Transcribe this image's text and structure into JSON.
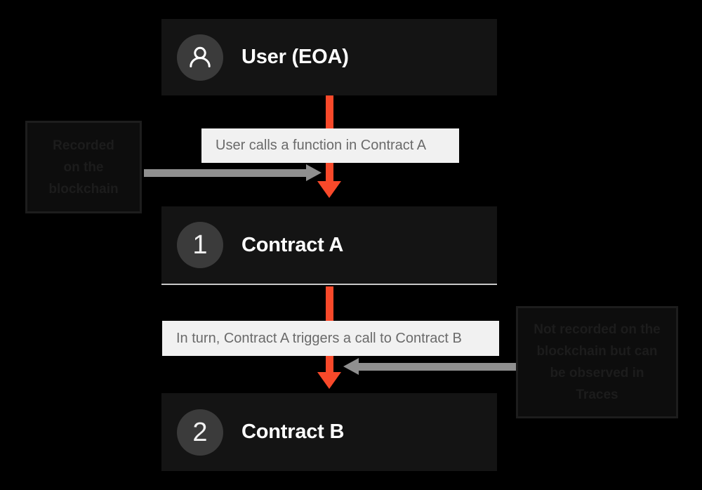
{
  "diagram": {
    "background": "#000000",
    "accent_orange": "#f9492a",
    "node_background": "#141414",
    "badge_background": "#3b3b3b",
    "label_background": "#f1f1f1",
    "label_text_color": "#6a6a6a",
    "arrow_gray": "#8f8f8f",
    "nodes": [
      {
        "id": "user",
        "icon": "person-icon",
        "badge": "",
        "label": "User (EOA)"
      },
      {
        "id": "contract-a",
        "icon": "",
        "badge": "1",
        "label": "Contract A"
      },
      {
        "id": "contract-b",
        "icon": "",
        "badge": "2",
        "label": "Contract B"
      }
    ],
    "steps": [
      {
        "id": "step-1",
        "text": "User calls a function in Contract A"
      },
      {
        "id": "step-2",
        "text": "In turn, Contract A triggers a call to Contract B"
      }
    ],
    "notes": [
      {
        "id": "note-recorded",
        "lines": [
          "Recorded",
          "on the",
          "blockchain"
        ]
      },
      {
        "id": "note-not-recorded",
        "lines": [
          "Not recorded on the",
          "blockchain but can",
          "be observed in",
          "Traces"
        ]
      }
    ]
  }
}
